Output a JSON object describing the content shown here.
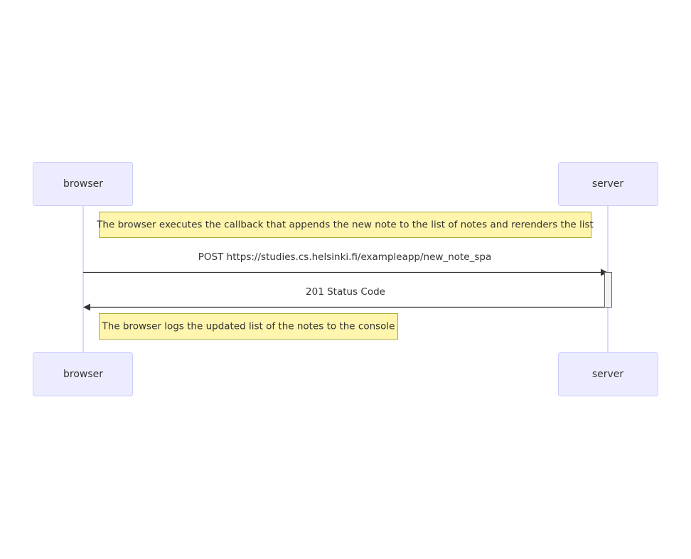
{
  "participants": {
    "browser": "browser",
    "server": "server"
  },
  "notes": {
    "note_1": "The browser executes the callback that appends the new note to the list of notes and rerenders the list",
    "note_2": "The browser logs the updated list of the notes to the console"
  },
  "messages": {
    "request": "POST https://studies.cs.helsinki.fi/exampleapp/new_note_spa",
    "response": "201 Status Code"
  },
  "colors": {
    "actor_fill": "#ECECFF",
    "actor_stroke": "#CCCCFF",
    "note_fill": "#FFF5AD",
    "note_stroke": "#AAAA33",
    "line": "#333333"
  }
}
